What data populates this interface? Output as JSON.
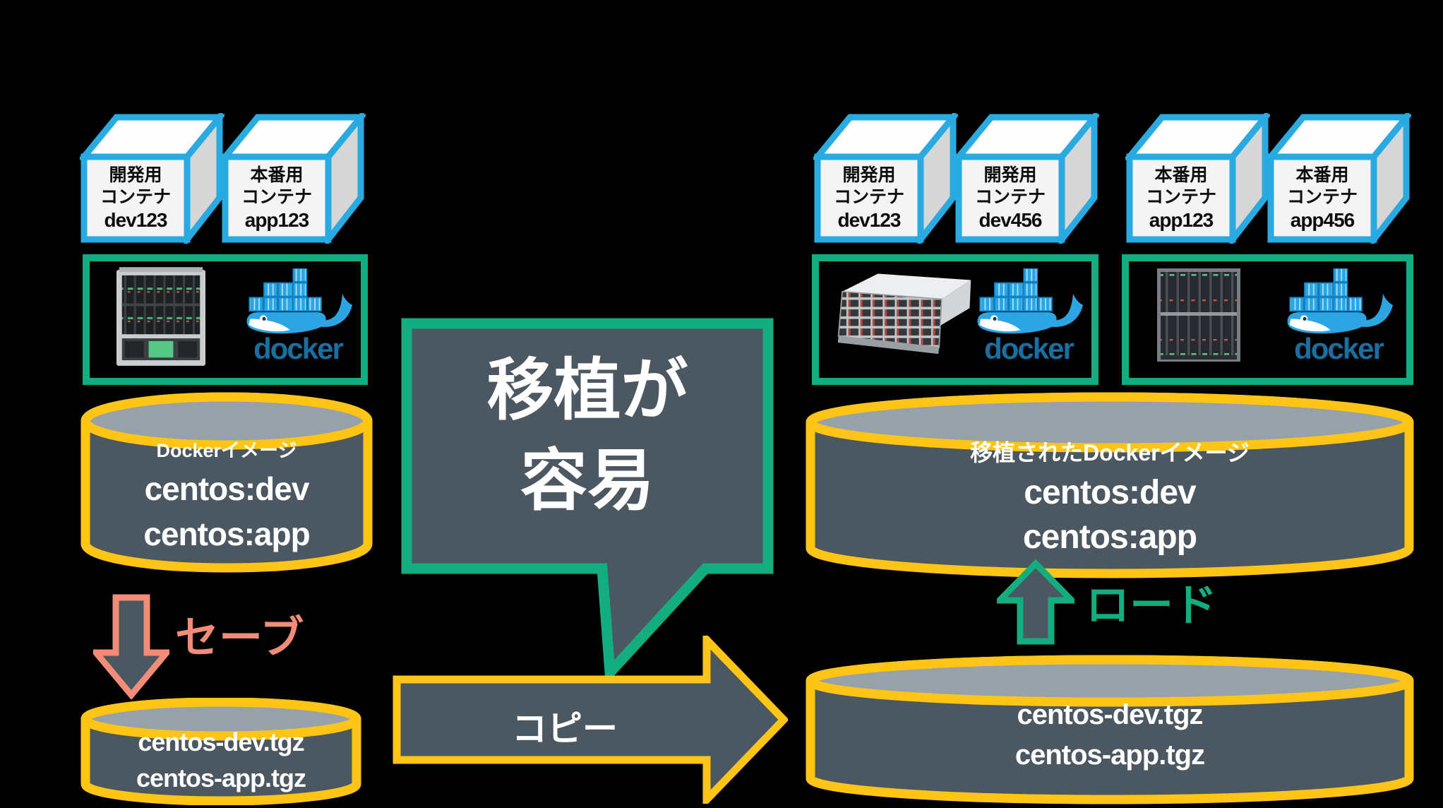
{
  "colors": {
    "background": "#000000",
    "cyan": "#29abe2",
    "green": "#14ad80",
    "yellow": "#ffc516",
    "slate": "#4b5761",
    "salmon": "#f28c79",
    "dockerBlue": "#2ba5e3",
    "dockerDark": "#1a6fa0",
    "cylinderTop": "#97a1a9",
    "boxFace": "#f4f4f4",
    "boxTop": "#fdfdfd",
    "boxSide": "#d6d6d6",
    "textDark": "#0d0d0d",
    "white": "#ffffff"
  },
  "icons": {
    "docker_whale": "docker-whale-icon",
    "blade_server": "blade-server-image",
    "rack_server": "rack-server-image"
  },
  "left": {
    "container_boxes": [
      {
        "line1": "開発用",
        "line2": "コンテナ",
        "id": "dev123"
      },
      {
        "line1": "本番用",
        "line2": "コンテナ",
        "id": "app123"
      }
    ],
    "host": {
      "docker_wordmark": "docker"
    },
    "image_cylinder": {
      "title": "Dockerイメージ",
      "line1": "centos:dev",
      "line2": "centos:app"
    },
    "save_label": "セーブ",
    "archive_cylinder": {
      "line1": "centos-dev.tgz",
      "line2": "centos-app.tgz"
    }
  },
  "center": {
    "bubble": {
      "line1": "移植が",
      "line2": "容易"
    },
    "copy_label": "コピー"
  },
  "right": {
    "container_boxes": [
      {
        "line1": "開発用",
        "line2": "コンテナ",
        "id": "dev123"
      },
      {
        "line1": "開発用",
        "line2": "コンテナ",
        "id": "dev456"
      },
      {
        "line1": "本番用",
        "line2": "コンテナ",
        "id": "app123"
      },
      {
        "line1": "本番用",
        "line2": "コンテナ",
        "id": "app456"
      }
    ],
    "hosts": [
      {
        "docker_wordmark": "docker"
      },
      {
        "docker_wordmark": "docker"
      }
    ],
    "image_cylinder": {
      "title": "移植されたDockerイメージ",
      "line1": "centos:dev",
      "line2": "centos:app"
    },
    "load_label": "ロード",
    "archive_cylinder": {
      "line1": "centos-dev.tgz",
      "line2": "centos-app.tgz"
    }
  }
}
